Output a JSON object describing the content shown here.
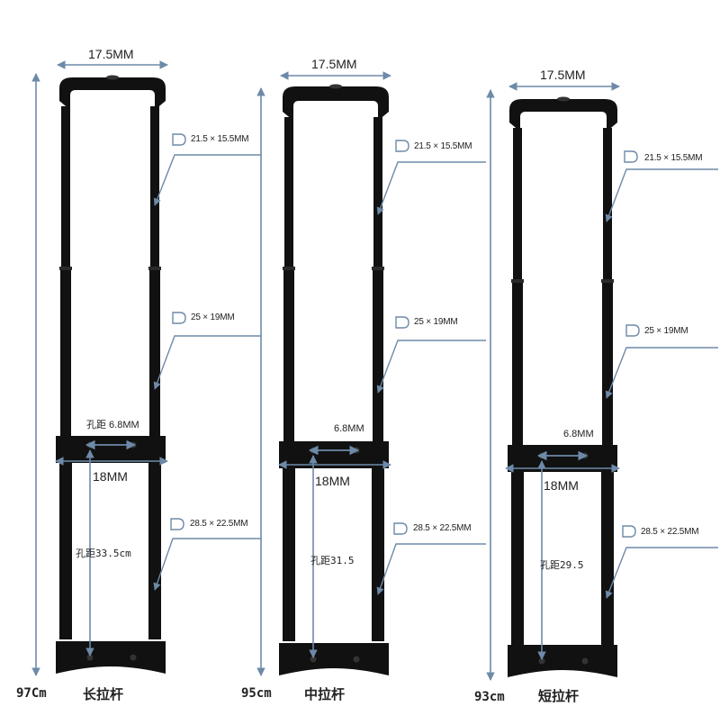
{
  "colors": {
    "frame": "#111111",
    "arrow": "#6d8aa8",
    "text": "#222222"
  },
  "handles": [
    {
      "id": "long",
      "top_width": "17.5MM",
      "section_top": "21.5 × 15.5MM",
      "section_mid": "25 × 19MM",
      "section_bottom": "28.5 × 22.5MM",
      "hole_spacing": "孔距 6.8MM",
      "bar_width": "18MM",
      "mount_pitch": "孔距33.5cm",
      "height": "97Cm",
      "name": "长拉杆"
    },
    {
      "id": "medium",
      "top_width": "17.5MM",
      "section_top": "21.5 × 15.5MM",
      "section_mid": "25 × 19MM",
      "section_bottom": "28.5 × 22.5MM",
      "hole_spacing": "6.8MM",
      "bar_width": "18MM",
      "mount_pitch": "孔距31.5",
      "height": "95cm",
      "name": "中拉杆"
    },
    {
      "id": "short",
      "top_width": "17.5MM",
      "section_top": "21.5 × 15.5MM",
      "section_mid": "25 × 19MM",
      "section_bottom": "28.5 × 22.5MM",
      "hole_spacing": "6.8MM",
      "bar_width": "18MM",
      "mount_pitch": "孔距29.5",
      "height": "93cm",
      "name": "短拉杆"
    }
  ]
}
